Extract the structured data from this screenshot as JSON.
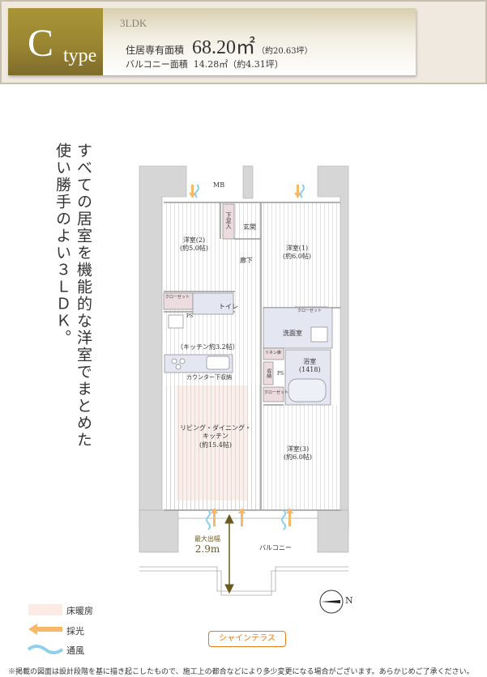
{
  "header": {
    "type_letter": "C",
    "type_word": "type",
    "plan": "3LDK",
    "living_area_label": "住居専有面積",
    "living_area_value": "68.20㎡",
    "living_area_tsubo": "（約20.63坪）",
    "balcony_area_label": "バルコニー面積",
    "balcony_area_value": "14.28㎡（約4.31坪）"
  },
  "catchcopy": {
    "line1": "すべての居室を機能的な洋室でまとめた",
    "line2": "使い勝手のよい３ＬＤＫ。"
  },
  "rooms": {
    "mb": "MB",
    "shoes": "下足入",
    "genkan": "玄関",
    "west2": "洋室(2)",
    "west2_size": "(約5.0帖)",
    "hall": "廊下",
    "west1": "洋室(1)",
    "west1_size": "(約6.0帖)",
    "closet": "クローゼット",
    "toilet": "トイレ",
    "ps": "PS",
    "washroom": "洗面室",
    "linen": "リネン庫",
    "bath": "浴室",
    "bath_size": "(1418)",
    "storage": "収納",
    "kitchen": "（キッチン約3.2帖）",
    "counter": "カウンター下収納",
    "ldk1": "リビング・ダイニング・",
    "ldk2": "キッチン",
    "ldk_size": "(約15.4帖)",
    "west3": "洋室(3)",
    "west3_size": "(約6.0帖)",
    "balcony": "バルコニー",
    "depth_label": "最大出幅",
    "depth_value": "2.9m",
    "compass": "N"
  },
  "legend": [
    {
      "label": "床暖房",
      "color": "#fbebe4"
    },
    {
      "label": "採光",
      "color": "#f7b968"
    },
    {
      "label": "通風",
      "color": "#8fd0ee"
    }
  ],
  "terrace_button": "シャインテラス",
  "footnote": "※掲載の図面は設計段階を基に描き起こしたもので、施工上の都合などにより多少変更になる場合がございます。あらかじめご了承ください。"
}
